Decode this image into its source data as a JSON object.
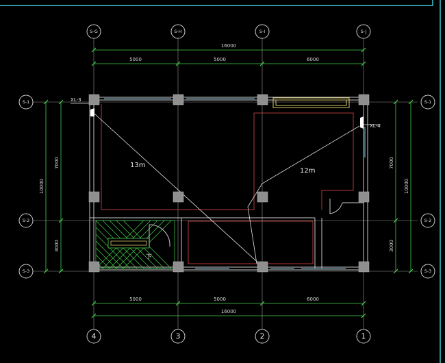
{
  "top_axes": [
    "S-G",
    "S-H",
    "S-I",
    "S-J"
  ],
  "bottom_axes": [
    "4",
    "3",
    "2",
    "1"
  ],
  "left_axes": [
    "S-1",
    "S-2",
    "S-3"
  ],
  "right_axes": [
    "S-1",
    "S-2",
    "S-3"
  ],
  "top_dims": {
    "total": "16000",
    "spans": [
      "5000",
      "5000",
      "6000"
    ]
  },
  "bottom_dims": {
    "total": "16000",
    "spans": [
      "5000",
      "5000",
      "6000"
    ]
  },
  "left_dims": {
    "total": "10000",
    "spans": [
      "7000",
      "3000"
    ]
  },
  "right_dims": {
    "total": "10000",
    "spans": [
      "7000",
      "3000"
    ]
  },
  "labels": {
    "xl3": "XL-3",
    "xl4": "XL-4",
    "len13": "13m",
    "len12": "12m",
    "stair_down": "下"
  },
  "colors": {
    "frame": "#3fc9d6",
    "dimension": "#44d14a",
    "wall": "#c9c9c9",
    "room_outline": "#b23a3a",
    "column": "#8f8f8f"
  }
}
